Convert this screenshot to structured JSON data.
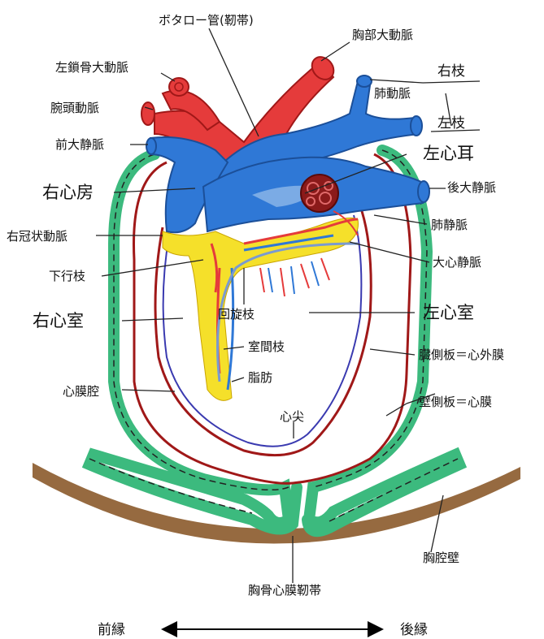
{
  "labels": {
    "ductus": "ボタロー管(靭帯)",
    "thoracic_aorta": "胸部大動脈",
    "left_subclavian": "左鎖骨大動脈",
    "brachiocephalic": "腕頭動脈",
    "anterior_vena_cava": "前大静脈",
    "right_atrium": "右心房",
    "right_coronary": "右冠状動脈",
    "descending_branch": "下行枝",
    "right_ventricle": "右心室",
    "pericardial_cavity": "心膜腔",
    "right_branch": "右枝",
    "pulmonary_artery": "肺動脈",
    "left_branch": "左枝",
    "left_auricle": "左心耳",
    "posterior_vena_cava": "後大静脈",
    "pulmonary_vein": "肺静脈",
    "great_cardiac_vein": "大心静脈",
    "circumflex_branch": "回旋枝",
    "left_ventricle": "左心室",
    "interventricular_branch": "室間枝",
    "fat": "脂肪",
    "visceral_layer": "臓側板＝心外膜",
    "parietal_layer": "壁側板＝心膜",
    "apex": "心尖",
    "thoracic_wall": "胸腔壁",
    "sternopericardial_ligament": "胸骨心膜靭帯"
  },
  "axis": {
    "front": "前縁",
    "back": "後縁"
  },
  "colors": {
    "artery": "#e53b3b",
    "vein": "#2f78d6",
    "fat": "#f5e02a",
    "pericardium": "#3cba7e",
    "myocardium_outline": "#a01818",
    "thoracic_wall": "#8b5a2b",
    "left_auricle": "#7a1010"
  }
}
